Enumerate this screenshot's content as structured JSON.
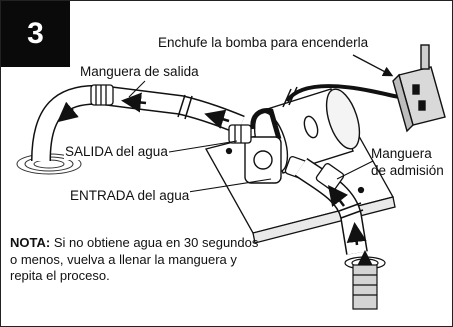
{
  "step": {
    "number": "3"
  },
  "labels": {
    "plug": "Enchufe la bomba para encenderla",
    "outlet_hose": "Manguera de salida",
    "water_out": "SALIDA del agua",
    "water_in": "ENTRADA del agua",
    "inlet_hose_line1": "Manguera",
    "inlet_hose_line2": "de admisión"
  },
  "note": {
    "heading": "NOTA:",
    "text": " Si no obtiene agua en 30 segundos o menos, vuelva a llenar la manguera y repita el proceso."
  }
}
